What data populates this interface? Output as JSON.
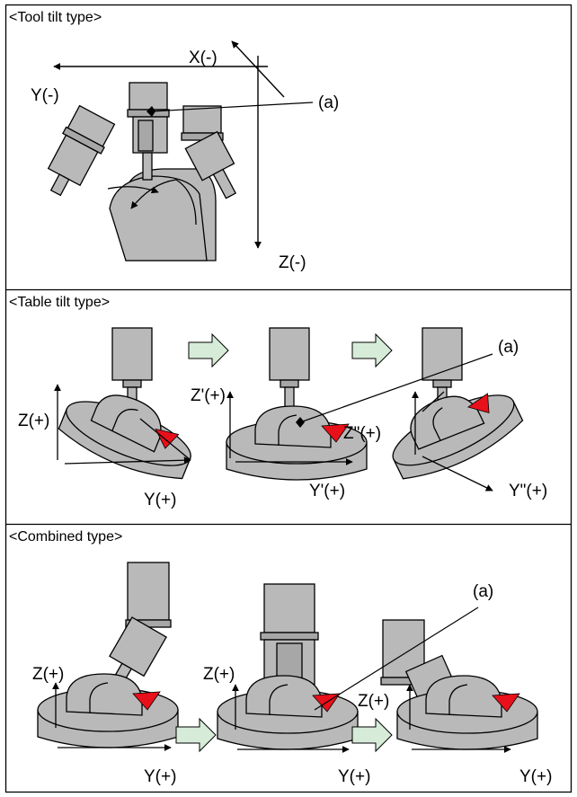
{
  "panels": {
    "tool_tilt": {
      "title": "<Tool tilt type>",
      "axis_x": "X(-)",
      "axis_y": "Y(-)",
      "axis_z": "Z(-)",
      "callout": "(a)"
    },
    "table_tilt": {
      "title": "<Table tilt type>",
      "axis_z1": "Z(+)",
      "axis_y1": "Y(+)",
      "axis_z2": "Z'(+)",
      "axis_y2": "Y'(+)",
      "axis_z3": "Z\"(+)",
      "axis_y3": "Y\"(+)",
      "callout": "(a)"
    },
    "combined": {
      "title": "<Combined type>",
      "axis_z1": "Z(+)",
      "axis_y1": "Y(+)",
      "axis_z2": "Z(+)",
      "axis_y2": "Y(+)",
      "axis_z3": "Z(+)",
      "axis_y3": "Y(+)",
      "callout": "(a)"
    }
  },
  "colors": {
    "machine_gray": "#b9b9b9",
    "flow_arrow": "#d6ecd8",
    "tool_tip_red": "#e8101a"
  }
}
